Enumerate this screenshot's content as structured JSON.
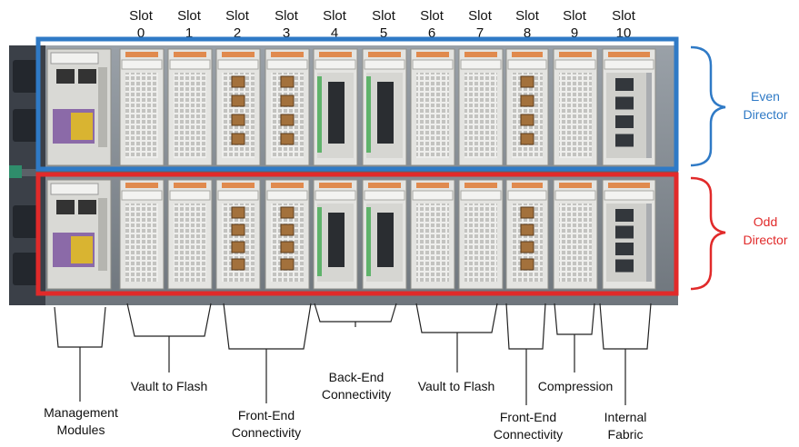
{
  "slots": [
    {
      "word": "Slot",
      "num": "0"
    },
    {
      "word": "Slot",
      "num": "1"
    },
    {
      "word": "Slot",
      "num": "2"
    },
    {
      "word": "Slot",
      "num": "3"
    },
    {
      "word": "Slot",
      "num": "4"
    },
    {
      "word": "Slot",
      "num": "5"
    },
    {
      "word": "Slot",
      "num": "6"
    },
    {
      "word": "Slot",
      "num": "7"
    },
    {
      "word": "Slot",
      "num": "8"
    },
    {
      "word": "Slot",
      "num": "9"
    },
    {
      "word": "Slot",
      "num": "10"
    }
  ],
  "directors": {
    "even": {
      "line1": "Even",
      "line2": "Director",
      "color": "#2f7ac6"
    },
    "odd": {
      "line1": "Odd",
      "line2": "Director",
      "color": "#e12a2a"
    }
  },
  "callouts": {
    "management": {
      "line1": "Management",
      "line2": "Modules"
    },
    "vault_left": {
      "line1": "Vault to Flash"
    },
    "frontend_left": {
      "line1": "Front-End",
      "line2": "Connectivity"
    },
    "backend": {
      "line1": "Back-End",
      "line2": "Connectivity"
    },
    "vault_right": {
      "line1": "Vault to Flash"
    },
    "frontend_right": {
      "line1": "Front-End",
      "line2": "Connectivity"
    },
    "compression": {
      "line1": "Compression"
    },
    "internal_fabric": {
      "line1": "Internal",
      "line2": "Fabric"
    }
  }
}
